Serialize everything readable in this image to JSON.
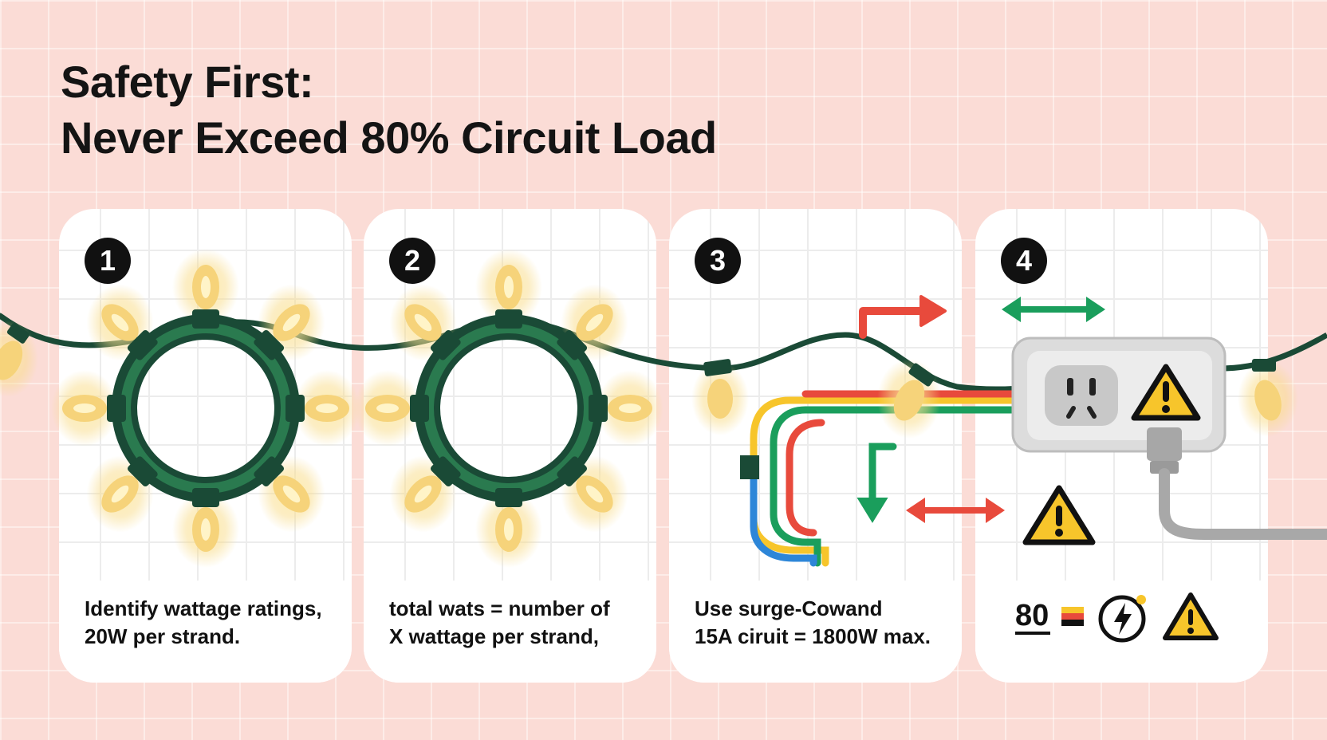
{
  "title": {
    "line1": "Safety First:",
    "line2": "Never Exceed 80% Circuit Load"
  },
  "steps": [
    {
      "number": "1",
      "caption_line1": "Identify wattage ratings,",
      "caption_line2": "20W per strand."
    },
    {
      "number": "2",
      "caption_line1": "total wats = number of",
      "caption_line2": "X wattage per strand,"
    },
    {
      "number": "3",
      "caption_line1": "Use surge-Cowand",
      "caption_line2": "15A ciruit = 1800W max."
    },
    {
      "number": "4",
      "percent_label": "80"
    }
  ],
  "icons": {
    "step1": [
      "light-wreath-icon",
      "bulb-icon"
    ],
    "step2": [
      "light-wreath-icon",
      "bulb-icon"
    ],
    "step3": [
      "wire-bundle-icon",
      "arrow-icon",
      "warning-icon"
    ],
    "step4": [
      "outlet-icon",
      "warning-icon",
      "lightning-icon",
      "plug-cord-icon"
    ]
  },
  "colors": {
    "background": "#fbdcd6",
    "wire_green": "#1e6b45",
    "bulb_yellow": "#f6d37a",
    "warning_yellow": "#f7c52b",
    "arrow_red": "#e84a3c",
    "arrow_green": "#1a9e5c",
    "wire_blue": "#2d86d8"
  }
}
